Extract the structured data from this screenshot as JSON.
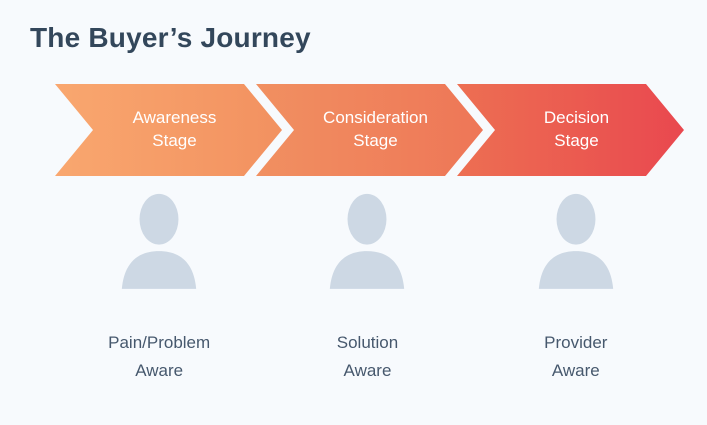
{
  "title": "The Buyer’s Journey",
  "colors": {
    "background": "#f7fafd",
    "title_text": "#33475b",
    "stage_text": "#ffffff",
    "persona_text": "#46586d",
    "person_icon": "#cdd8e4"
  },
  "stages": [
    {
      "stage_lines": [
        "Awareness",
        "Stage"
      ],
      "persona_lines": [
        "Pain/Problem",
        "Aware"
      ],
      "gradient_start": "#f9a76f",
      "gradient_end": "#f29160"
    },
    {
      "stage_lines": [
        "Consideration",
        "Stage"
      ],
      "persona_lines": [
        "Solution",
        "Aware"
      ],
      "gradient_start": "#f19061",
      "gradient_end": "#ee7657"
    },
    {
      "stage_lines": [
        "Decision",
        "Stage"
      ],
      "persona_lines": [
        "Provider",
        "Aware"
      ],
      "gradient_start": "#ed6f52",
      "gradient_end": "#e9484f"
    }
  ]
}
